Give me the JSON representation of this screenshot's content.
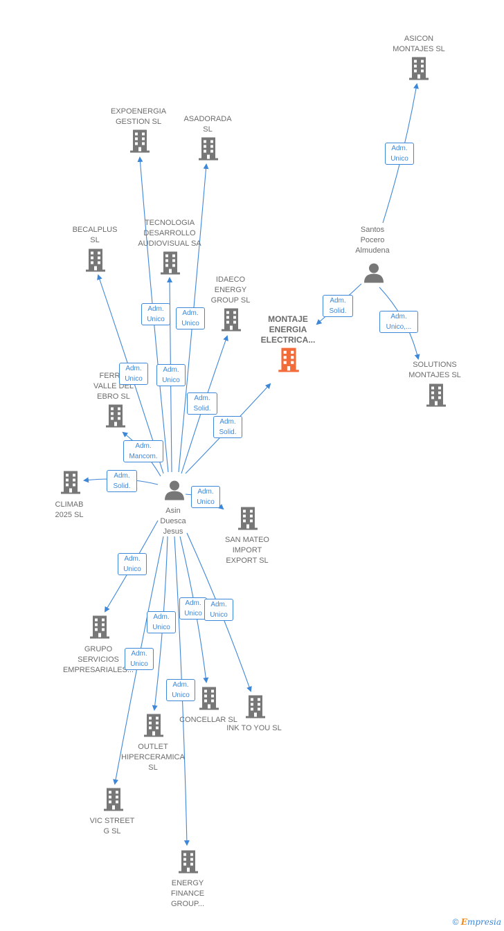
{
  "companies": {
    "asicon": {
      "label": "ASICON\nMONTAJES  SL"
    },
    "expoenergia": {
      "label": "EXPOENERGIA\nGESTION  SL"
    },
    "asadorada": {
      "label": "ASADORADA\nSL"
    },
    "becalplus": {
      "label": "BECALPLUS\nSL"
    },
    "tecnologia": {
      "label": "TECNOLOGIA\nDESARROLLO\nAUDIOVISUAL SA"
    },
    "idaeco": {
      "label": "IDAECO\nENERGY\nGROUP  SL"
    },
    "montaje": {
      "label": "MONTAJE\nENERGIA\nELECTRICA..."
    },
    "solutions": {
      "label": "SOLUTIONS\nMONTAJES SL"
    },
    "ferric": {
      "label": "FERRIC\nVALLE DEL\nEBRO SL"
    },
    "climab": {
      "label": "CLIMAB\n2025  SL"
    },
    "sanmateo": {
      "label": "SAN MATEO\nIMPORT\nEXPORT  SL"
    },
    "grupo": {
      "label": "GRUPO\nSERVICIOS\nEMPRESARIALES..."
    },
    "concellar": {
      "label": "CONCELLAR SL"
    },
    "inktoyou": {
      "label": "INK TO YOU  SL"
    },
    "outlet": {
      "label": "OUTLET\nHIPERCERAMICA\nSL"
    },
    "vicstreet": {
      "label": "VIC STREET\nG SL"
    },
    "energyfinance": {
      "label": "ENERGY\nFINANCE\nGROUP..."
    }
  },
  "persons": {
    "santos": {
      "label": "Santos\nPocero\nAlmudena"
    },
    "asin": {
      "label": "Asin\nDuesca\nJesus"
    }
  },
  "relations": {
    "r_asicon": "Adm.\nUnico",
    "r_montaje_santos": "Adm.\nSolid.",
    "r_solutions": "Adm.\nUnico,...",
    "r_becalplus": "Adm.\nUnico",
    "r_expoenergia": "Adm.\nUnico",
    "r_tecnologia": "Adm.\nUnico",
    "r_asadorada": "Adm.\nUnico",
    "r_idaeco": "Adm.\nSolid.",
    "r_montaje_asin": "Adm.\nSolid.",
    "r_ferric": "Adm.\nMancom.",
    "r_climab": "Adm.\nSolid.",
    "r_sanmateo": "Adm.\nUnico",
    "r_grupo": "Adm.\nUnico",
    "r_outlet": "Adm.\nUnico",
    "r_concellar": "Adm.\nUnico",
    "r_inktoyou": "Adm.\nUnico",
    "r_vicstreet": "Adm.\nUnico",
    "r_energyfinance": "Adm.\nUnico"
  },
  "colors": {
    "edge": "#3d87d9",
    "building": "#777777",
    "highlight": "#f26b3a",
    "person": "#777777"
  },
  "footer": {
    "copyright": "©",
    "brand_first": "E",
    "brand_rest": "mpresia"
  }
}
